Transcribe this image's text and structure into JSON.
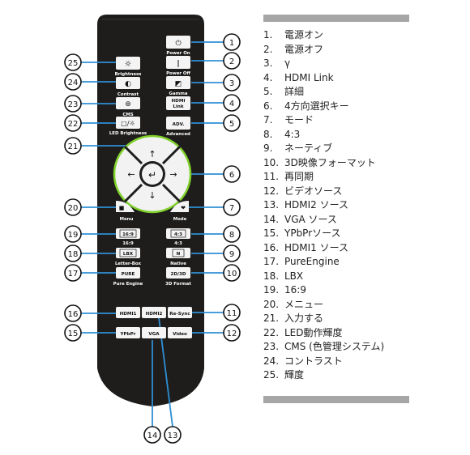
{
  "remote": {
    "buttons": {
      "power_on": {
        "symbol": "⏻",
        "caption": "Power On"
      },
      "brightness": {
        "symbol": "☼",
        "caption": "Brightness"
      },
      "power_off": {
        "symbol": "|",
        "caption": "Power Off"
      },
      "contrast": {
        "symbol": "◐",
        "caption": "Contrast"
      },
      "gamma": {
        "symbol": "◩",
        "caption": "Gamma"
      },
      "cms": {
        "symbol": "⊛",
        "caption": "CMS"
      },
      "hdmi_link": {
        "label_line1": "HDMI",
        "label_line2": "Link"
      },
      "led_brightness": {
        "symbol": "□/☼",
        "caption": "LED Brightness"
      },
      "adv": {
        "label": "ADV.",
        "caption": "Advanced"
      },
      "arrow_up": {
        "symbol": "↑"
      },
      "arrow_left": {
        "symbol": "←"
      },
      "arrow_right": {
        "symbol": "→"
      },
      "arrow_down": {
        "symbol": "↓"
      },
      "enter": {
        "symbol": "↵"
      },
      "menu": {
        "symbol": "■",
        "caption": "Menu"
      },
      "mode": {
        "symbol": "❤",
        "caption": "Mode"
      },
      "ratio_169": {
        "label": "16:9",
        "caption": "16:9"
      },
      "ratio_43": {
        "label": "4:3",
        "caption": "4:3"
      },
      "lbx": {
        "label": "LBX",
        "caption": "Letter-Box"
      },
      "native": {
        "label": "N",
        "caption": "Native"
      },
      "pure": {
        "label": "PURE",
        "caption": "Pure Engine"
      },
      "format_3d": {
        "label": "2D/3D",
        "caption": "3D Format"
      },
      "hdmi1": {
        "label": "HDMI1"
      },
      "hdmi2": {
        "label": "HDMI2"
      },
      "resync": {
        "label": "Re-Sync"
      },
      "ypbpr": {
        "label": "YPbPr"
      },
      "vga": {
        "label": "VGA"
      },
      "video": {
        "label": "Video"
      }
    },
    "callouts": [
      "1",
      "2",
      "3",
      "4",
      "5",
      "6",
      "7",
      "8",
      "9",
      "10",
      "11",
      "12",
      "13",
      "14",
      "15",
      "16",
      "17",
      "18",
      "19",
      "20",
      "21",
      "22",
      "23",
      "24",
      "25"
    ]
  },
  "legend": {
    "items": [
      {
        "num": "1.",
        "text": "電源オン"
      },
      {
        "num": "2.",
        "text": "電源オフ"
      },
      {
        "num": "3.",
        "text": "γ"
      },
      {
        "num": "4.",
        "text": "HDMI Link"
      },
      {
        "num": "5.",
        "text": "詳細"
      },
      {
        "num": "6.",
        "text": "4方向選択キー"
      },
      {
        "num": "7.",
        "text": "モード"
      },
      {
        "num": "8.",
        "text": "4:3"
      },
      {
        "num": "9.",
        "text": "ネーティブ"
      },
      {
        "num": "10.",
        "text": "3D映像フォーマット"
      },
      {
        "num": "11.",
        "text": "再同期"
      },
      {
        "num": "12.",
        "text": "ビデオソース"
      },
      {
        "num": "13.",
        "text": "HDMI2 ソース"
      },
      {
        "num": "14.",
        "text": "VGA ソース"
      },
      {
        "num": "15.",
        "text": "YPbPrソース"
      },
      {
        "num": "16.",
        "text": "HDMI1 ソース"
      },
      {
        "num": "17.",
        "text": "PureEngine"
      },
      {
        "num": "18.",
        "text": "LBX"
      },
      {
        "num": "19.",
        "text": "16:9"
      },
      {
        "num": "20.",
        "text": "メニュー"
      },
      {
        "num": "21.",
        "text": "入力する"
      },
      {
        "num": "22.",
        "text": "LED動作輝度"
      },
      {
        "num": "23.",
        "text": "CMS (色管理システム)"
      },
      {
        "num": "24.",
        "text": "コントラスト"
      },
      {
        "num": "25.",
        "text": "輝度"
      }
    ]
  },
  "colors": {
    "remote_body": "#1f1d1c",
    "button": "#f4f4f4",
    "callout_line": "#2e8fd4",
    "dpad_glow": "#7fd12a",
    "legend_bar": "#a6a6a6"
  }
}
